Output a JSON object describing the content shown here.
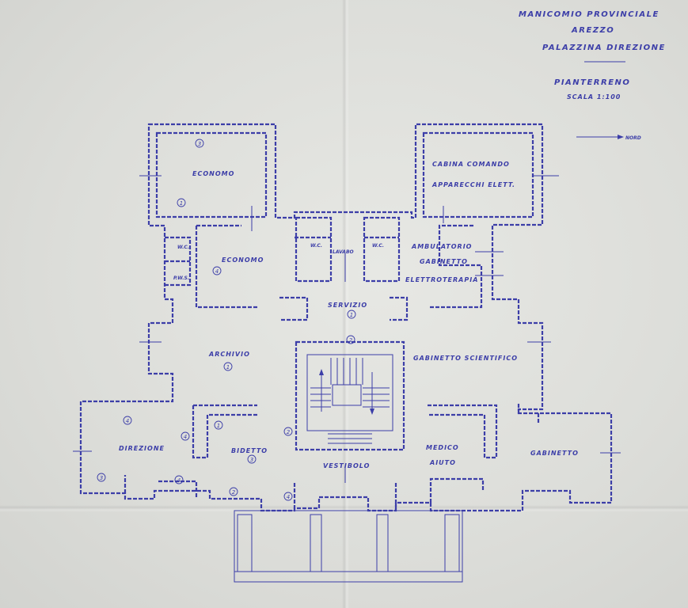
{
  "title": {
    "line1": "MANICOMIO PROVINCIALE",
    "line2": "AREZZO",
    "line3": "PALAZZINA DIREZIONE",
    "floor": "PIANTERRENO",
    "scale": "SCALA 1:100",
    "north": "NORD"
  },
  "rooms": {
    "economo_top": "ECONOMO",
    "economo_mid": "ECONOMO",
    "cabina_1": "CABINA COMANDO",
    "cabina_2": "APPARECCHI ELETT.",
    "wc_left": "W.C.",
    "wc_mid_left": "W.C.",
    "wc_mid_right": "W.C.",
    "lavabo": "LAVABO",
    "pws": "P.W.S.",
    "amb_1": "AMBULATORIO",
    "amb_2": "GABINETTO",
    "amb_3": "ELETTROTERAPIA",
    "servizio": "SERVIZIO",
    "archivio": "ARCHIVIO",
    "gab_scientifico": "GABINETTO SCIENTIFICO",
    "direzione": "DIREZIONE",
    "gabinetto_right": "GABINETTO",
    "medico": "MEDICO",
    "aiuto": "AIUTO",
    "vestibolo": "VESTIBOLO",
    "bidetto": "BIDETTO"
  },
  "marks": {
    "n_economo_a": "3",
    "n_economo_b": "1",
    "n_economo_mid": "4",
    "n_servizio": "1",
    "n_archivio": "1",
    "n_stair": "2",
    "n_stair_left": "2",
    "n_dir_a": "4",
    "n_dir_b": "3",
    "n_dir_c": "4",
    "n_dir_d": "4",
    "n_bid_a": "1",
    "n_bid_b": "3",
    "n_bid_c": "2",
    "n_vest": "4"
  }
}
